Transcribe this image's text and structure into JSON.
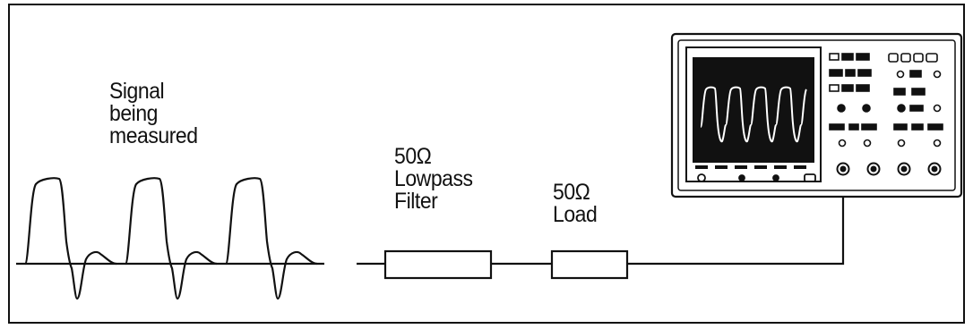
{
  "diagram": {
    "signal_label": [
      "Signal",
      "being",
      "measured"
    ],
    "filter_label": [
      "50Ω",
      "Lowpass",
      "Filter"
    ],
    "load_label": [
      "50Ω",
      "Load"
    ]
  }
}
